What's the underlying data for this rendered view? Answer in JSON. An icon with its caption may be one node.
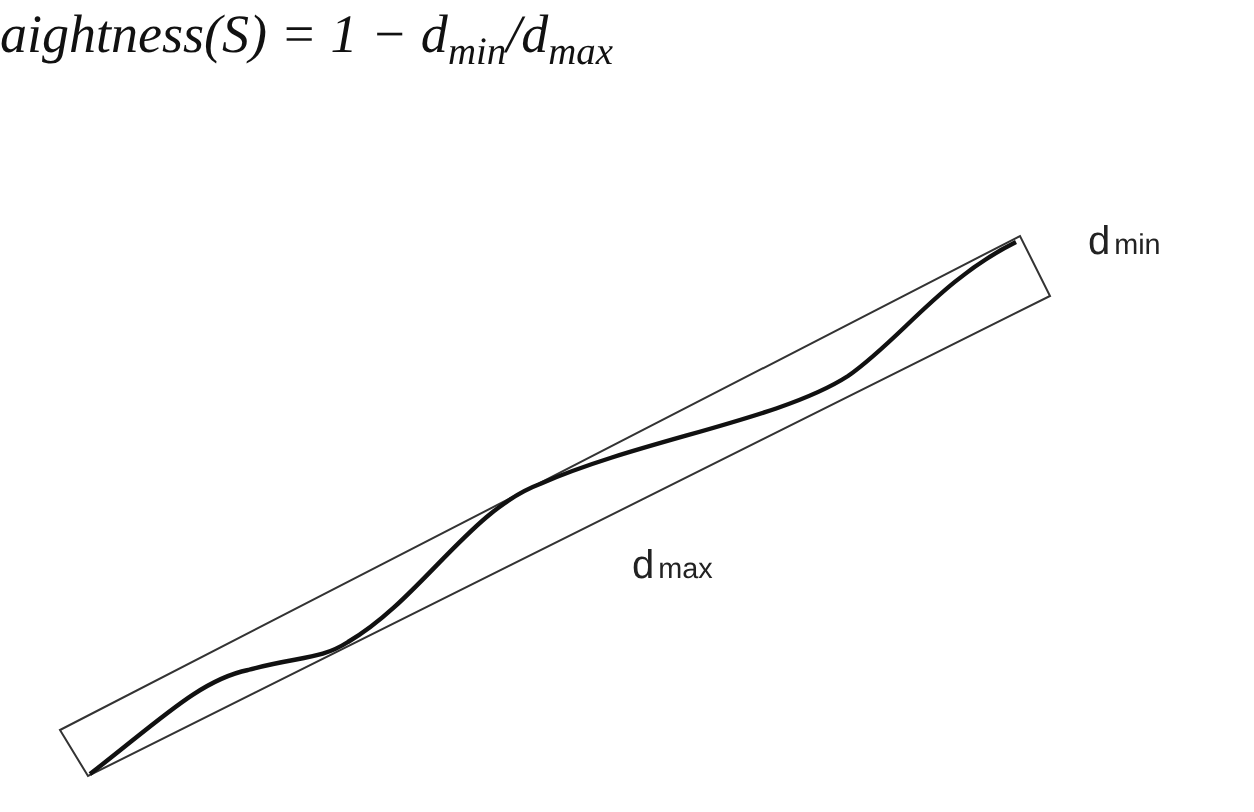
{
  "diagram": {
    "title": "aightness(S) = 1 − d$_{min}$/d$_{max}$",
    "labels": [
      "d$_{min}$",
      "d$_{max}$"
    ]
  }
}
